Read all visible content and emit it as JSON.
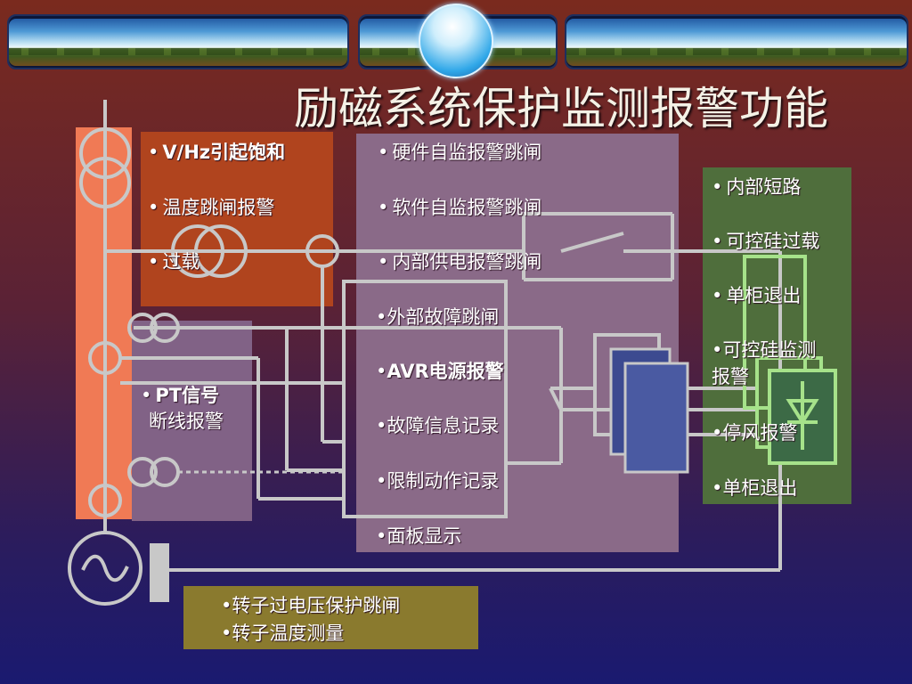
{
  "title": "励磁系统保护监测报警功能",
  "bullet": "•",
  "vhz_box": {
    "items": [
      "V/Hz引起饱和",
      "温度跳闸报警",
      "过载"
    ]
  },
  "pt_box": {
    "line1": "PT信号",
    "line2": "断线报警"
  },
  "main_box": {
    "items": [
      "硬件自监报警跳闸",
      "软件自监报警跳闸",
      "内部供电报警跳闸",
      "外部故障跳闸",
      "AVR电源报警",
      "故障信息记录",
      "限制动作记录",
      "面板显示"
    ]
  },
  "green_box": {
    "items": [
      "内部短路",
      "可控硅过载",
      "单柜退出",
      "可控硅监测",
      "停风报警",
      "单柜退出"
    ],
    "item4_cont": "报警"
  },
  "rotor_box": {
    "items": [
      "转子过电压保护跳闸",
      "转子温度测量"
    ]
  },
  "colors": {
    "wire": "#c8c8c8",
    "bus": "#f07a55",
    "green_wire": "#a6e28a"
  }
}
